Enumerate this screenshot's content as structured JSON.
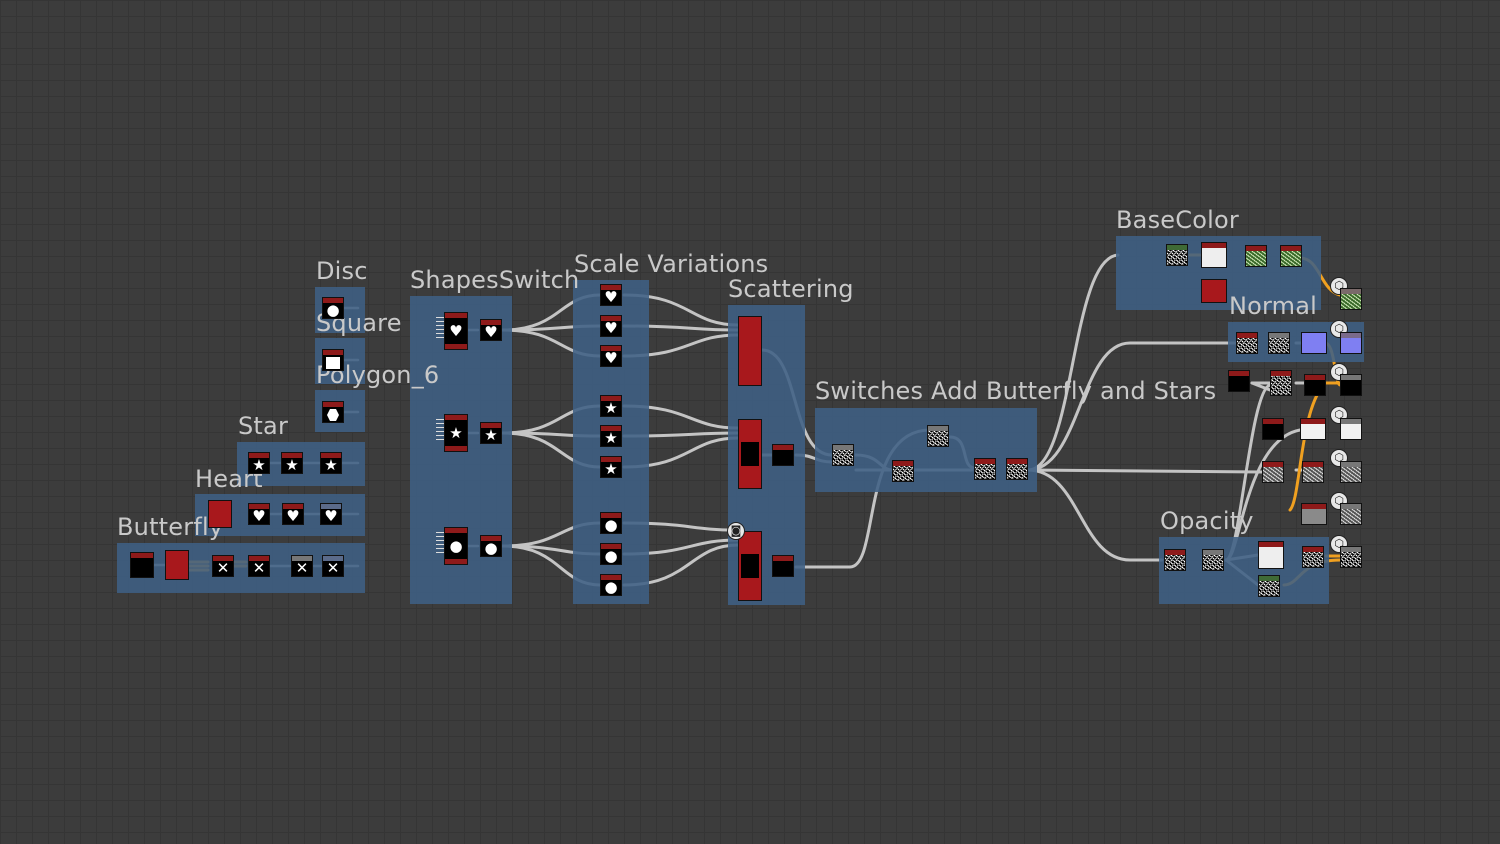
{
  "graph": {
    "frames": {
      "disc": "Disc",
      "square": "Square",
      "polygon": "Polygon_6",
      "star": "Star",
      "heart": "Heart",
      "butterfly": "Butterfly",
      "shapes_switch": "ShapesSwitch",
      "scale_variations": "Scale Variations",
      "scattering": "Scattering",
      "switches": "Switches Add Butterfly and Stars",
      "basecolor": "BaseColor",
      "normal": "Normal",
      "opacity": "Opacity"
    },
    "icons": {
      "star": "★",
      "heart": "♥",
      "disc": "●",
      "output": "⬡",
      "butterfly": "✕"
    },
    "colors": {
      "background": "#3c3c3c",
      "frame": "#3f6084",
      "wire": "#c8c8c8",
      "wire_orange": "#f0a020",
      "node_red": "#a8181c"
    }
  }
}
